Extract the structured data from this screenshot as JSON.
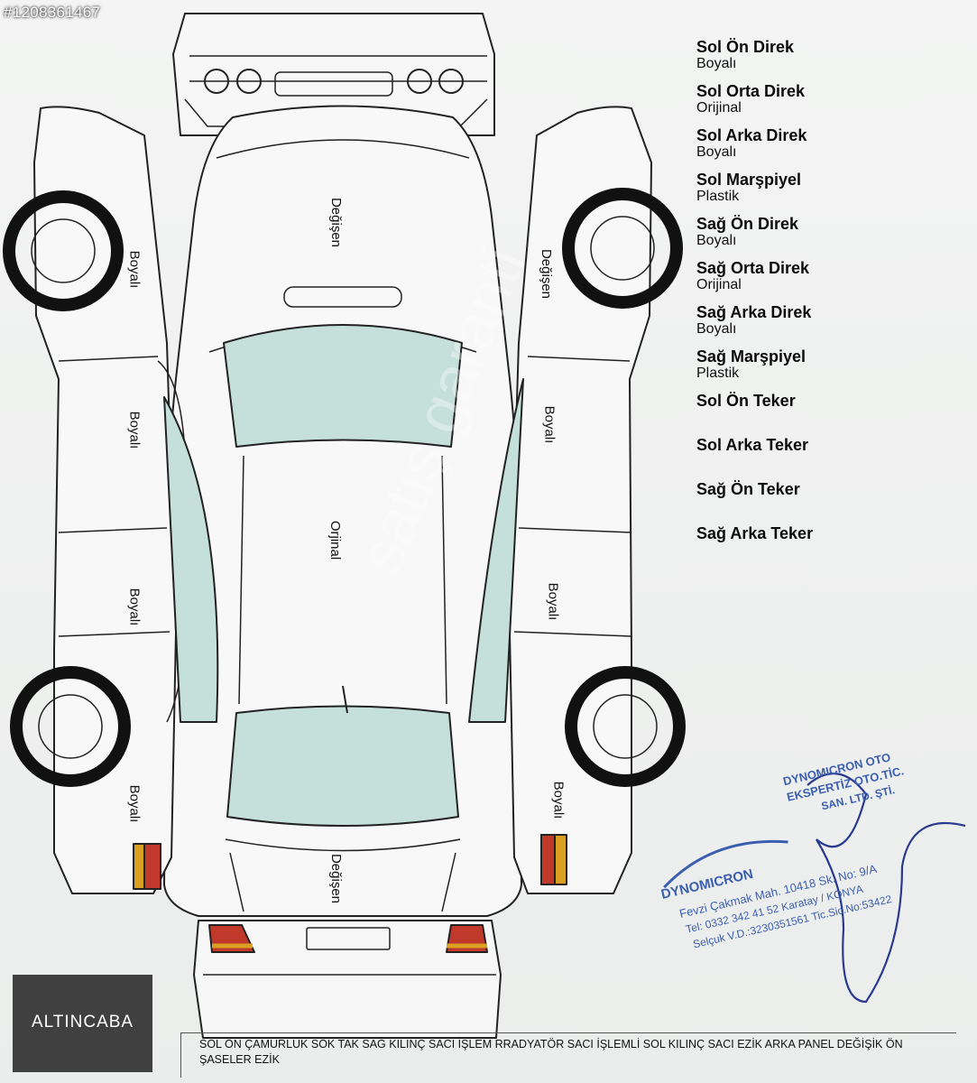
{
  "listing_id": "#1208361467",
  "parts": {
    "hood": "Değişen",
    "roof": "Orjinal",
    "trunk": "Değişen",
    "left_front_fender": "Boyalı",
    "left_front_door": "Boyalı",
    "left_rear_door": "Boyalı",
    "left_rear_fender": "Boyalı",
    "right_front_fender": "Değişen",
    "right_front_door": "Boyalı",
    "right_rear_door": "Boyalı",
    "right_rear_fender": "Boyalı"
  },
  "legend": [
    {
      "name": "Sol Ön Direk",
      "status": "Boyalı"
    },
    {
      "name": "Sol Orta Direk",
      "status": "Orijinal"
    },
    {
      "name": "Sol Arka Direk",
      "status": "Boyalı"
    },
    {
      "name": "Sol Marşpiyel",
      "status": "Plastik"
    },
    {
      "name": "Sağ Ön Direk",
      "status": "Boyalı"
    },
    {
      "name": "Sağ Orta Direk",
      "status": "Orijinal"
    },
    {
      "name": "Sağ Arka Direk",
      "status": "Boyalı"
    },
    {
      "name": "Sağ Marşpiyel",
      "status": "Plastik"
    },
    {
      "name": "Sol Ön Teker",
      "status": ""
    },
    {
      "name": "Sol Arka Teker",
      "status": ""
    },
    {
      "name": "Sağ Ön Teker",
      "status": ""
    },
    {
      "name": "Sağ Arka Teker",
      "status": ""
    }
  ],
  "notes": "SOL ÖN ÇAMURLUK SÖK TAK SAĞ KILINÇ SACI İŞLEM RRADYATÖR SACI İŞLEMLİ  SOL KILINÇ SACI EZİK ARKA PANEL DEĞİŞİK ÖN ŞASELER EZİK",
  "brand": "ALTINCABA",
  "stamp": {
    "line1": "DYNOMICRON OTO",
    "line2": "EKSPERTİZ OTO.TİC.",
    "line3": "SAN. LTD. ŞTİ.",
    "logo": "DYNOMICRON",
    "addr1": "Fevzi Çakmak Mah. 10418 Sk. No: 9/A",
    "addr2": "Tel: 0332 342 41 52   Karatay / KONYA",
    "addr3": "Selçuk V.D.:3230351561 Tic.Sic.No:53422"
  },
  "colors": {
    "glass": "#c5dfdb",
    "stamp_blue": "#3b5fb0",
    "tail_light_red": "#c0392b",
    "tail_light_amber": "#d9a021"
  }
}
